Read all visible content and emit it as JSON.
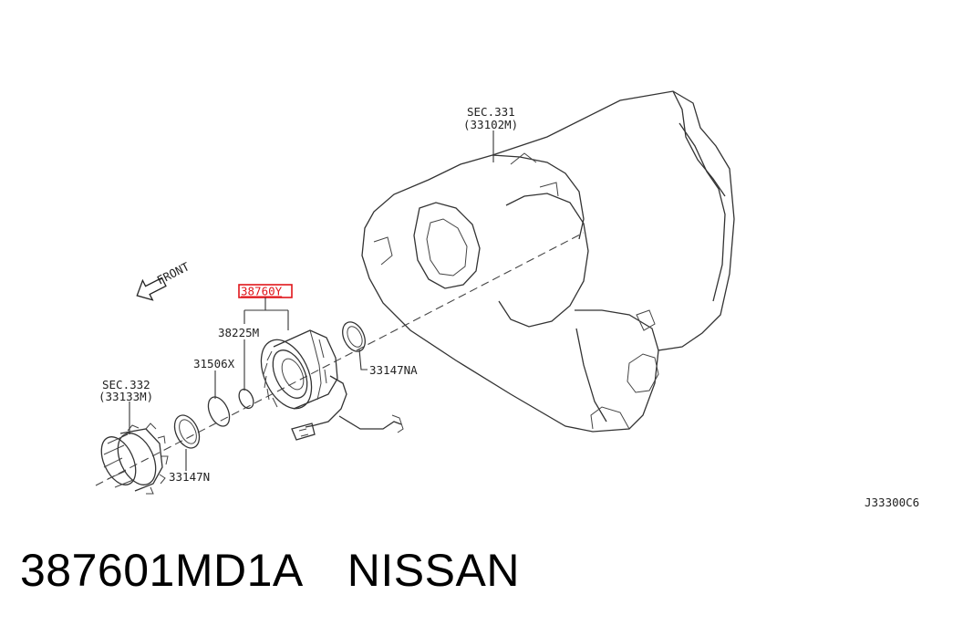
{
  "diagram": {
    "labels": {
      "sec331": "SEC.331",
      "sec331_ref": "(33102M)",
      "sec332": "SEC.332",
      "sec332_ref": "(33133M)",
      "front": "FRONT",
      "part_38760y": "38760Y",
      "part_38225m": "38225M",
      "part_31506x": "31506X",
      "part_33147na": "33147NA",
      "part_33147n": "33147N",
      "code": "J33300C6"
    },
    "highlight_color": "#e0161b"
  },
  "footer": {
    "part_number": "387601MD1A",
    "brand": "NISSAN"
  }
}
